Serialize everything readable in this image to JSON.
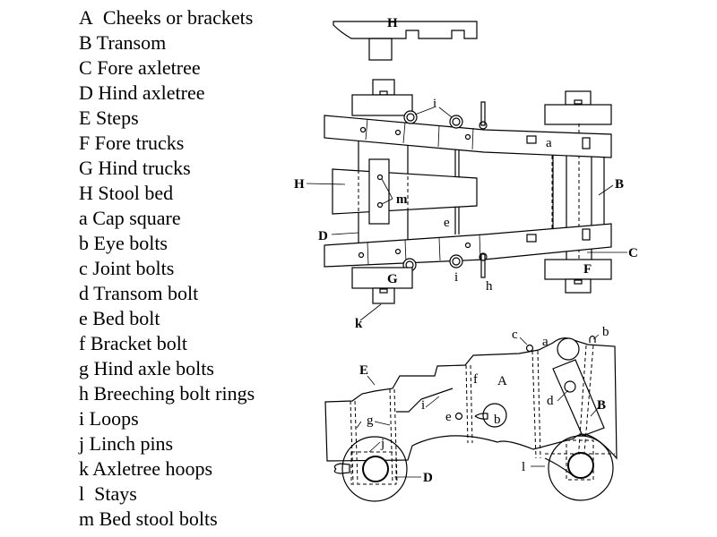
{
  "legend": [
    {
      "key": "A",
      "label": "Cheeks or brackets",
      "gap": "  "
    },
    {
      "key": "B",
      "label": "Transom",
      "gap": " "
    },
    {
      "key": "C",
      "label": "Fore axletree",
      "gap": " "
    },
    {
      "key": "D",
      "label": "Hind axletree",
      "gap": " "
    },
    {
      "key": "E",
      "label": "Steps",
      "gap": " "
    },
    {
      "key": "F",
      "label": "Fore trucks",
      "gap": " "
    },
    {
      "key": "G",
      "label": "Hind trucks",
      "gap": " "
    },
    {
      "key": "H",
      "label": "Stool bed",
      "gap": " "
    },
    {
      "key": "a",
      "label": "Cap square",
      "gap": " "
    },
    {
      "key": "b",
      "label": "Eye bolts",
      "gap": " "
    },
    {
      "key": "c",
      "label": "Joint bolts",
      "gap": " "
    },
    {
      "key": "d",
      "label": "Transom bolt",
      "gap": " "
    },
    {
      "key": "e",
      "label": "Bed bolt",
      "gap": " "
    },
    {
      "key": "f",
      "label": "Bracket bolt",
      "gap": " "
    },
    {
      "key": "g",
      "label": "Hind axle bolts",
      "gap": " "
    },
    {
      "key": "h",
      "label": "Breeching bolt rings",
      "gap": " "
    },
    {
      "key": "i",
      "label": "Loops",
      "gap": " "
    },
    {
      "key": "j",
      "label": "Linch pins",
      "gap": " "
    },
    {
      "key": "k",
      "label": "Axletree hoops",
      "gap": " "
    },
    {
      "key": "l",
      "label": "Stays",
      "gap": "  "
    },
    {
      "key": "m",
      "label": "Bed stool bolts",
      "gap": " "
    }
  ],
  "diagram": {
    "side_view_stool_bed": {
      "H": "H"
    },
    "plan_view": {
      "i": "i",
      "a": "a",
      "H": "H",
      "m": "m",
      "B": "B",
      "D": "D",
      "e": "e",
      "C": "C",
      "F": "F",
      "G": "G",
      "i2": "i",
      "h": "h",
      "k": "k"
    },
    "elevation_view": {
      "c": "c",
      "a": "a",
      "b": "b",
      "E": "E",
      "f": "f",
      "A": "A",
      "i": "i",
      "d": "d",
      "e": "e",
      "b2": "b",
      "B": "B",
      "g": "g",
      "j": "j",
      "l": "l",
      "D": "D"
    }
  }
}
